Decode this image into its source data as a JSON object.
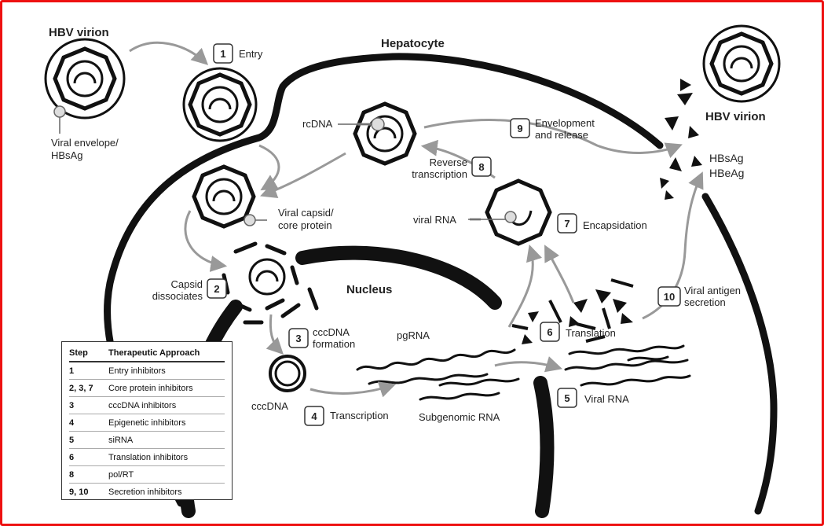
{
  "labels": {
    "hbv_virion_left": "HBV virion",
    "hbv_virion_right": "HBV virion",
    "hepatocyte": "Hepatocyte",
    "nucleus": "Nucleus",
    "viral_envelope_1": "Viral envelope/",
    "viral_envelope_2": "HBsAg",
    "viral_capsid_1": "Viral capsid/",
    "viral_capsid_2": "core protein",
    "rcdna": "rcDNA",
    "viral_rna_capsid": "viral RNA",
    "pgrna": "pgRNA",
    "subgenomic_rna": "Subgenomic RNA",
    "cccdna": "cccDNA",
    "hbsag": "HBsAg",
    "hbeag": "HBeAg"
  },
  "steps": [
    {
      "num": "1",
      "line1": "Entry",
      "line2": ""
    },
    {
      "num": "2",
      "line1": "Capsid",
      "line2": "dissociates"
    },
    {
      "num": "3",
      "line1": "cccDNA",
      "line2": "formation"
    },
    {
      "num": "4",
      "line1": "Transcription",
      "line2": ""
    },
    {
      "num": "5",
      "line1": "Viral RNA",
      "line2": ""
    },
    {
      "num": "6",
      "line1": "Translation",
      "line2": ""
    },
    {
      "num": "7",
      "line1": "Encapsidation",
      "line2": ""
    },
    {
      "num": "8",
      "line1": "Reverse",
      "line2": "transcription"
    },
    {
      "num": "9",
      "line1": "Envelopment",
      "line2": "and release"
    },
    {
      "num": "10",
      "line1": "Viral antigen",
      "line2": "secretion"
    }
  ],
  "legend": {
    "header_step": "Step",
    "header_approach": "Therapeutic Approach",
    "rows": [
      {
        "step": "1",
        "approach": "Entry inhibitors"
      },
      {
        "step": "2, 3, 7",
        "approach": "Core protein inhibitors"
      },
      {
        "step": "3",
        "approach": "cccDNA inhibitors"
      },
      {
        "step": "4",
        "approach": "Epigenetic inhibitors"
      },
      {
        "step": "5",
        "approach": "siRNA"
      },
      {
        "step": "6",
        "approach": "Translation inhibitors"
      },
      {
        "step": "8",
        "approach": "pol/RT"
      },
      {
        "step": "9, 10",
        "approach": "Secretion inhibitors"
      }
    ]
  },
  "colors": {
    "frame_border": "#e11111",
    "arrow": "#999999",
    "membrane": "#111111"
  }
}
